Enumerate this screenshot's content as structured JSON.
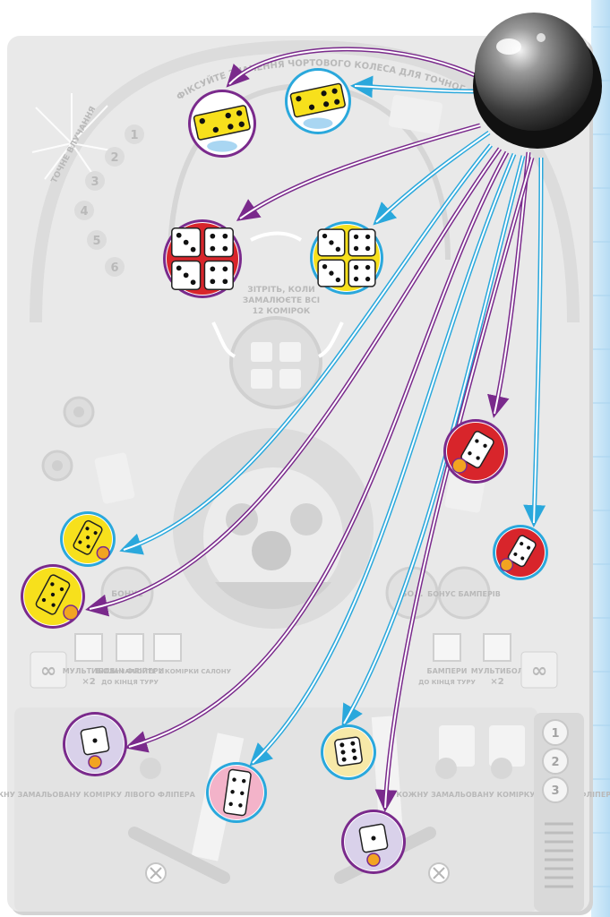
{
  "colors": {
    "board": "#e6e6e6",
    "board_shadow": "#cfcfcf",
    "side_strip": "#c9e6f8",
    "player_purple": "#7a2a8c",
    "player_blue": "#2aa8dc",
    "die_yellow": "#f7e01c",
    "die_red": "#d8252b",
    "die_white": "#ffffff"
  },
  "board": {
    "arc_text": "ФІКСУЙТЕ ЗНАЧЕННЯ ЧОРТОВОГО КОЛЕСА ДЛЯ ТОЧНОГО ВЛУЧАННЯ",
    "fireworks_text": "ТОЧНЕ ВЛУЧАННЯ",
    "ladder_numbers": [
      "1",
      "2",
      "3",
      "4",
      "5",
      "6"
    ],
    "center_instruction": [
      "ЗІТРІТЬ, КОЛИ",
      "ЗАМАЛЮЄТЕ ВСІ",
      "12 КОМІРОК"
    ],
    "bonus_left": "БОНУС",
    "bonus_center": "БО...",
    "bonus_right": "БОНУС БАМПЕРІВ",
    "multiplier_left": "МУЛЬТИБОЛ",
    "multiplier_left_value": "×2",
    "free_flippers": "ВІЛЬНІ ФЛІПЕРИ",
    "free_flippers_sub": "ДО КІНЦЯ ТУРУ",
    "shade_saloon": "ЗАМАЛЮЙТЕ 2 КОМІРКИ САЛОНУ",
    "bumpers": "БАМПЕРИ",
    "bumpers_sub": "ДО КІНЦЯ ТУРУ",
    "multiplier_right": "МУЛЬТИБОЛ",
    "multiplier_right_value": "×2",
    "left_flipper_bonus": "ЗА КОЖНУ ЗАМАЛЬОВАНУ КОМІРКУ ЛІВОГО ФЛІПЕРА",
    "right_flipper_bonus": "ЗА КОЖНУ ЗАМАЛЬОВАНУ КОМІРКУ ПРАВОГО ФЛІПЕРА",
    "infinity_symbol": "∞",
    "ball_counter": [
      "1",
      "2",
      "3"
    ]
  },
  "ball": {
    "icon": "steel-pinball-icon"
  },
  "markers": [
    {
      "id": "double-yellow-purple",
      "player": "purple",
      "icon": "two-dice-yellow-icon"
    },
    {
      "id": "double-yellow-blue",
      "player": "blue",
      "icon": "two-dice-yellow-icon"
    },
    {
      "id": "quad-red-purple",
      "player": "purple",
      "icon": "four-dice-red-icon"
    },
    {
      "id": "quad-yellow-blue",
      "player": "blue",
      "icon": "four-dice-yellow-icon"
    },
    {
      "id": "red-diamond-purple",
      "player": "purple",
      "icon": "red-diamond-die-icon"
    },
    {
      "id": "red-diamond-blue",
      "player": "blue",
      "icon": "red-diamond-die-icon"
    },
    {
      "id": "yellow-diamond-blue",
      "player": "blue",
      "icon": "yellow-diamond-die-icon"
    },
    {
      "id": "yellow-diamond-purple",
      "player": "purple",
      "icon": "yellow-diamond-die-icon"
    },
    {
      "id": "one-die-purple",
      "player": "purple",
      "icon": "single-die-one-icon"
    },
    {
      "id": "stack-dice-blue-left",
      "player": "blue",
      "icon": "tall-dice-stack-icon"
    },
    {
      "id": "stack-dice-blue-right",
      "player": "blue",
      "icon": "dice-stack-icon"
    },
    {
      "id": "one-die-purple-bottom",
      "player": "purple",
      "icon": "single-die-one-icon"
    }
  ]
}
